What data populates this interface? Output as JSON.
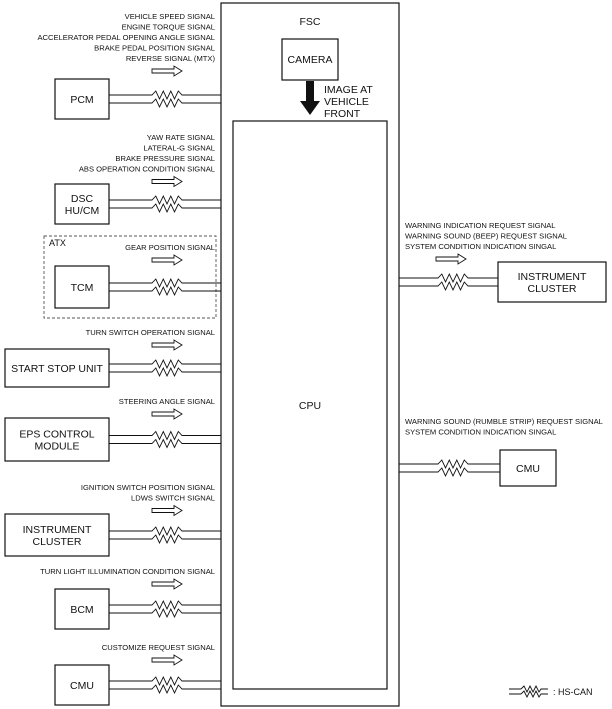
{
  "fsc": {
    "title": "FSC",
    "camera": "CAMERA",
    "image_label": [
      "IMAGE AT",
      "VEHICLE",
      "FRONT"
    ],
    "cpu": "CPU"
  },
  "inputs": [
    {
      "module": [
        "PCM"
      ],
      "signals": [
        "VEHICLE SPEED SIGNAL",
        "ENGINE TORQUE SIGNAL",
        "ACCELERATOR PEDAL OPENING ANGLE SIGNAL",
        "BRAKE PEDAL POSITION SIGNAL",
        "REVERSE SIGNAL (MTX)"
      ]
    },
    {
      "module": [
        "DSC",
        "HU/CM"
      ],
      "signals": [
        "YAW RATE SIGNAL",
        "LATERAL-G SIGNAL",
        "BRAKE PRESSURE SIGNAL",
        "ABS OPERATION CONDITION SIGNAL"
      ]
    },
    {
      "module": [
        "TCM"
      ],
      "signals": [
        "GEAR POSITION SIGNAL"
      ],
      "group": "ATX"
    },
    {
      "module": [
        "START STOP UNIT"
      ],
      "signals": [
        "TURN SWITCH OPERATION SIGNAL"
      ]
    },
    {
      "module": [
        "EPS CONTROL",
        "MODULE"
      ],
      "signals": [
        "STEERING ANGLE SIGNAL"
      ]
    },
    {
      "module": [
        "INSTRUMENT",
        "CLUSTER"
      ],
      "signals": [
        "IGNITION SWITCH POSITION SIGNAL",
        "LDWS SWITCH SIGNAL"
      ]
    },
    {
      "module": [
        "BCM"
      ],
      "signals": [
        "TURN LIGHT ILLUMINATION CONDITION SIGNAL"
      ]
    },
    {
      "module": [
        "CMU"
      ],
      "signals": [
        "CUSTOMIZE REQUEST SIGNAL"
      ]
    }
  ],
  "outputs": [
    {
      "module": [
        "INSTRUMENT",
        "CLUSTER"
      ],
      "signals": [
        "WARNING INDICATION REQUEST SIGNAL",
        "WARNING SOUND (BEEP) REQUEST SIGNAL",
        "SYSTEM CONDITION INDICATION SINGAL"
      ]
    },
    {
      "module": [
        "CMU"
      ],
      "signals": [
        "WARNING SOUND (RUMBLE STRIP) REQUEST SIGNAL",
        "SYSTEM CONDITION INDICATION SINGAL"
      ]
    }
  ],
  "legend": {
    "label": ": HS-CAN"
  }
}
